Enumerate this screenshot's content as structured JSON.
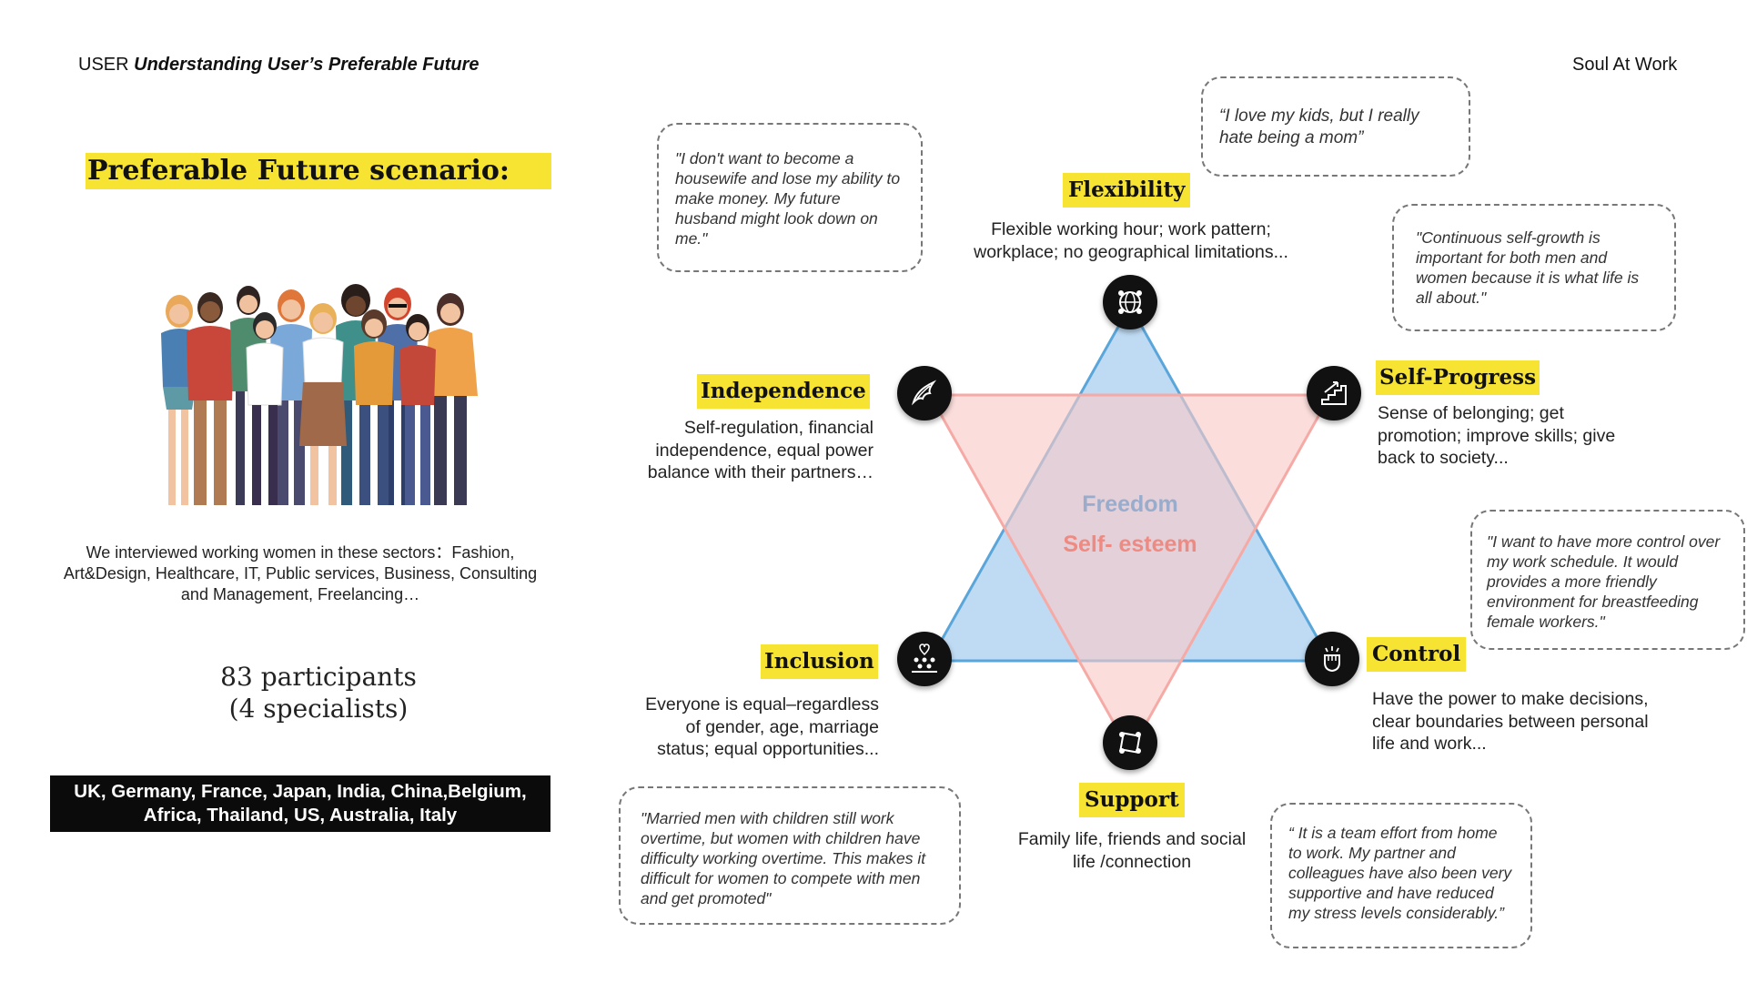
{
  "header": {
    "prefix": "USER",
    "title": "Understanding User’s Preferable Future",
    "brand": "Soul At Work"
  },
  "left": {
    "scenario_title": "Preferable Future scenario:",
    "interview_text": "We interviewed working women in these sectors：Fashion, Art&Design, Healthcare, IT, Public services, Business, Consulting and Management, Freelancing…",
    "participants_line1": "83 participants",
    "participants_line2": "(4 specialists)",
    "countries_line1": "UK, Germany, France, Japan, India, China,Belgium,",
    "countries_line2": "Africa, Thailand, US, Australia, Italy"
  },
  "center": {
    "freedom": "Freedom",
    "self_esteem": "Self- esteem"
  },
  "nodes": {
    "flexibility": {
      "title": "Flexibility",
      "desc": "Flexible working hour; work pattern; workplace; no geographical limitations...",
      "icon": "globe-network-icon"
    },
    "self_progress": {
      "title": "Self-Progress",
      "desc": "Sense of belonging; get promotion; improve skills; give back to society...",
      "icon": "growth-stairs-icon"
    },
    "control": {
      "title": "Control",
      "desc": "Have the power to make decisions, clear boundaries between personal life and work...",
      "icon": "raised-fist-icon"
    },
    "support": {
      "title": "Support",
      "desc": "Family life, friends and social life /connection",
      "icon": "linked-hands-icon"
    },
    "inclusion": {
      "title": "Inclusion",
      "desc": "Everyone is equal–regardless of gender, age, marriage status; equal opportunities...",
      "icon": "community-heart-icon"
    },
    "independence": {
      "title": "Independence",
      "desc": "Self-regulation, financial independence, equal power balance with their partners…",
      "icon": "wing-hand-icon"
    }
  },
  "quotes": {
    "independence": "\"I don't want to become a housewife and lose my ability to make money. My future husband might look down on me.\"",
    "flexibility": "“I love my kids, but I really hate being a mom”",
    "self_progress": "\"Continuous self-growth is important for both men and women because it is what life is all about.\"",
    "control": "\"I want to have more control over my work schedule. It would provides a more friendly environment for breastfeeding female workers.\"",
    "inclusion": "\"Married men with children still work overtime, but women with children have difficulty working overtime. This makes it difficult for women to compete with men and get promoted\"",
    "support": "“ It is a team effort from home to work. My partner and colleagues have also been very supportive and have reduced my stress levels considerably.”"
  },
  "colors": {
    "yellow": "#f7e332",
    "blue_triangle_fill": "#bcd9f2",
    "blue_triangle_stroke": "#5aa6db",
    "pink_triangle_fill": "#f9c9c6",
    "pink_triangle_stroke": "#f5aaa6",
    "freedom_text": "#9aaccc",
    "self_esteem_text": "#ee8a82"
  }
}
